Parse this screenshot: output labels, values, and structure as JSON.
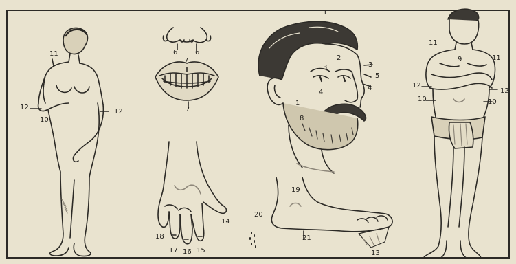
{
  "colors": {
    "paper": "#e9e3cf",
    "ink": "#2c2a26",
    "shade": "#8e877a"
  },
  "labels": {
    "l1": "1",
    "l2": "2",
    "l3": "3",
    "l4": "4",
    "l5": "5",
    "l6": "6",
    "l7": "7",
    "l8": "8",
    "l9": "9",
    "l10": "10",
    "l11": "11",
    "l12": "12",
    "l13": "13",
    "l14": "14",
    "l15": "15",
    "l16": "16",
    "l17": "17",
    "l18": "18",
    "l19": "19",
    "l20": "20",
    "l21": "21"
  }
}
